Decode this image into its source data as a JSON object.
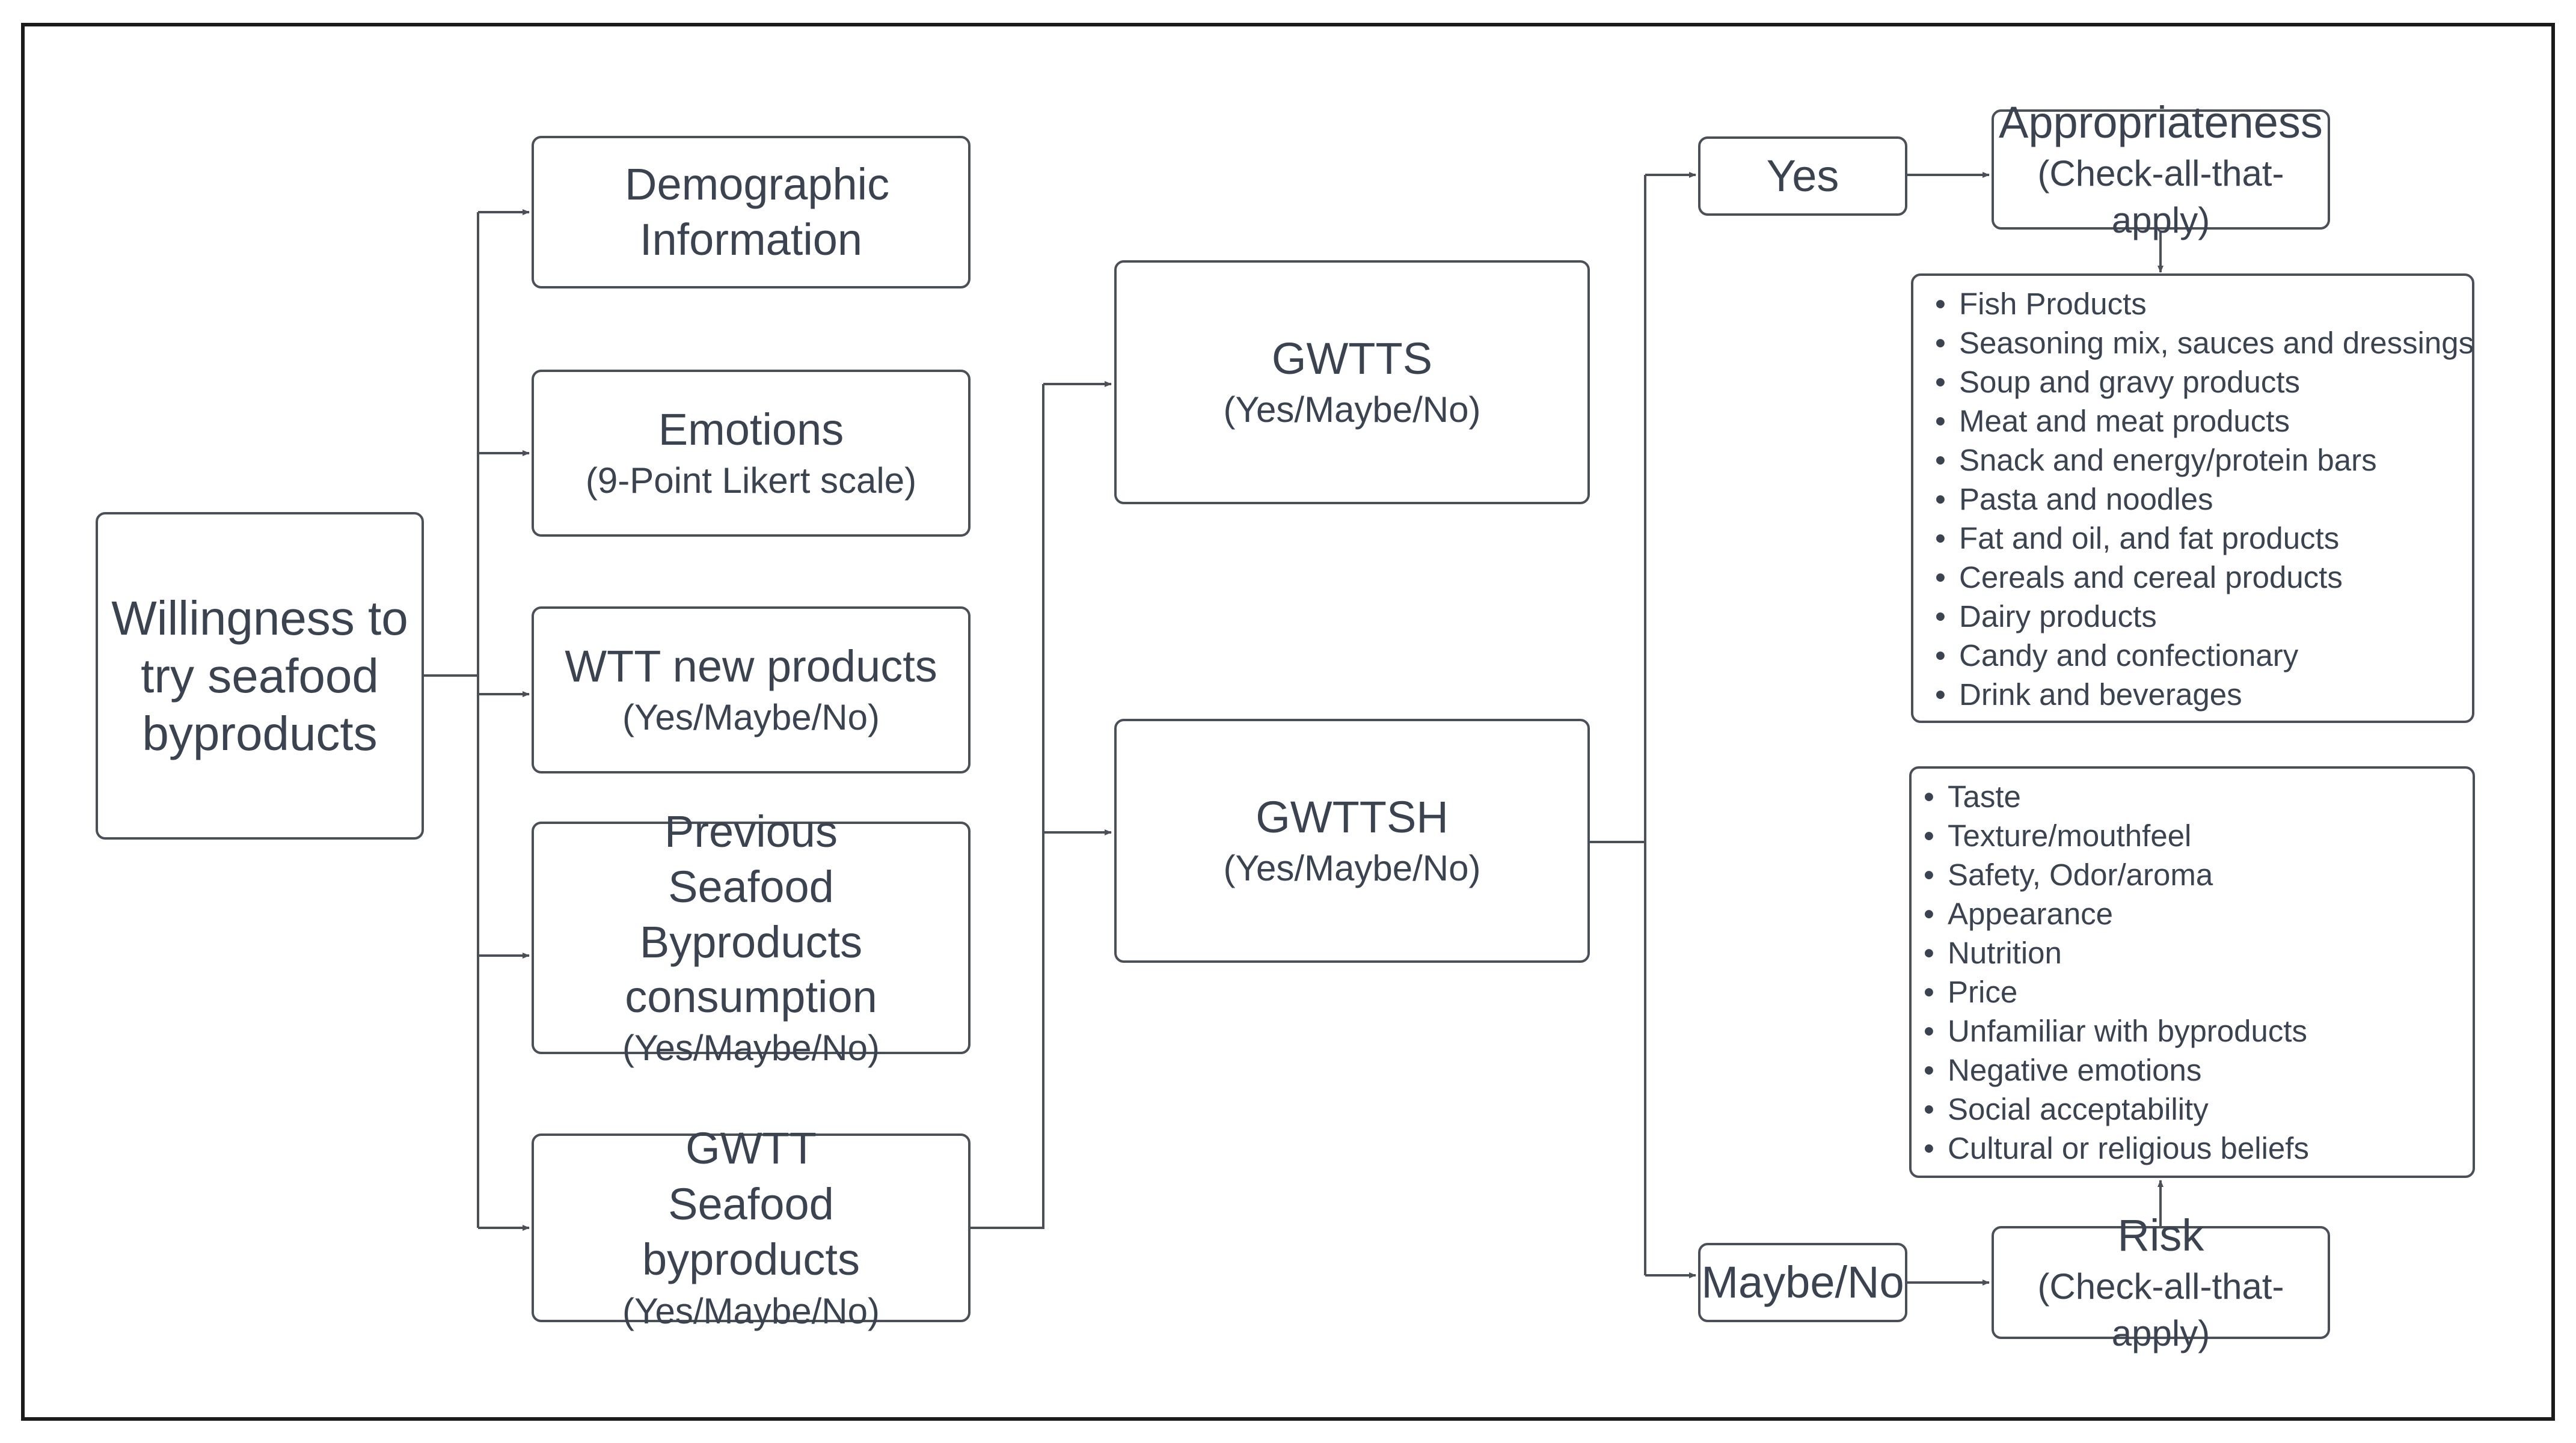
{
  "root": {
    "label": "Willingness to try seafood byproducts"
  },
  "col1": {
    "demographic": {
      "title": "Demographic Information"
    },
    "emotions": {
      "title": "Emotions",
      "sub": "(9-Point Likert scale)"
    },
    "wtt_new": {
      "title": "WTT new products",
      "sub": "(Yes/Maybe/No)"
    },
    "previous": {
      "title": "Previous Seafood Byproducts consumption",
      "sub": "(Yes/Maybe/No)"
    },
    "gwtt_seafood": {
      "title": "GWTT Seafood byproducts",
      "sub": "(Yes/Maybe/No)"
    }
  },
  "col2": {
    "gwtts": {
      "title": "GWTTS",
      "sub": "(Yes/Maybe/No)"
    },
    "gwttsh": {
      "title": "GWTTSH",
      "sub": "(Yes/Maybe/No)"
    }
  },
  "answers": {
    "yes": "Yes",
    "maybe_no": "Maybe/No"
  },
  "appropriateness": {
    "title": "Appropriateness",
    "sub": "(Check-all-that-apply)"
  },
  "risk": {
    "title": "Risk",
    "sub": "(Check-all-that-apply)"
  },
  "product_list": [
    "Fish Products",
    "Seasoning mix, sauces and dressings",
    "Soup and gravy products",
    "Meat and meat products",
    "Snack and energy/protein bars",
    "Pasta and noodles",
    "Fat and oil, and fat products",
    "Cereals and cereal products",
    "Dairy products",
    "Candy and confectionary",
    "Drink and beverages"
  ],
  "risk_list": [
    "Taste",
    "Texture/mouthfeel",
    "Safety, Odor/aroma",
    "Appearance",
    "Nutrition",
    "Price",
    "Unfamiliar with byproducts",
    "Negative emotions",
    "Social acceptability",
    "Cultural or religious beliefs"
  ],
  "colors": {
    "stroke": "#4a4f58",
    "text": "#3b4350",
    "frame": "#1b1b1b"
  }
}
